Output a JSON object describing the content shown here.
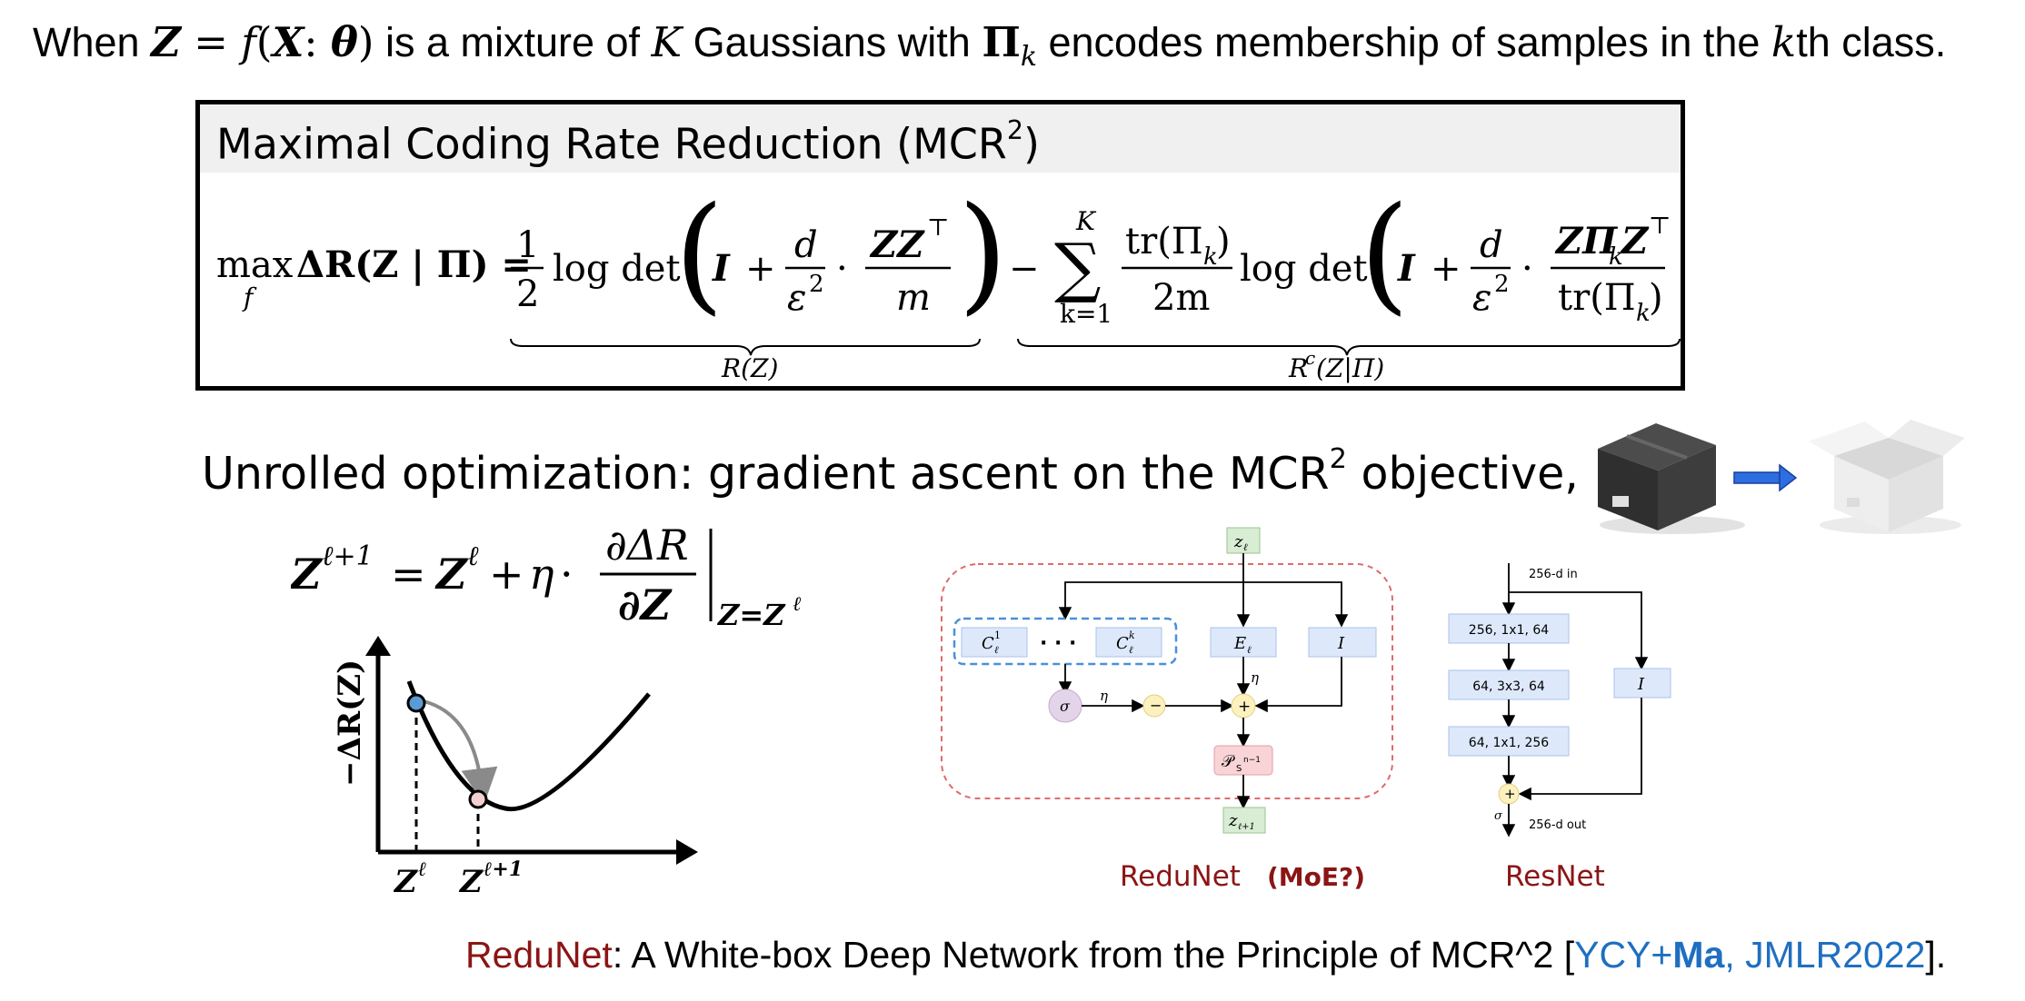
{
  "header": {
    "w1": "When",
    "z": "Z",
    "eq": " = ",
    "f": "f",
    "paren_open": "(",
    "x": "X",
    "colon": ": ",
    "theta": "θ",
    "paren_close": ")",
    "w2": " is a mixture of ",
    "k": "K",
    "w3": " Gaussians with ",
    "pi": "Π",
    "pi_sub": "k",
    "w4": " encodes membership of samples in the ",
    "kth": "k",
    "w5": "th class."
  },
  "mcr_box": {
    "title": "Maximal Coding Rate Reduction (MCR",
    "title_sup": "2",
    "title_end": ")",
    "formula": {
      "max": "max",
      "max_sub": "f",
      "lhs": "ΔR(Z | Π) =",
      "half_num": "1",
      "half_den": "2",
      "logdet": "log det",
      "I": "I",
      "plus": "+",
      "d": "d",
      "eps2": "ε",
      "eps_sup": "2",
      "dot": "·",
      "zz_num": "ZZ",
      "zz_sup": "⊤",
      "m": "m",
      "minus": "−",
      "sum_top": "K",
      "sum_sym": "∑",
      "sum_bottom": "k=1",
      "tr_num": "tr(Π",
      "tr_num_sub": "k",
      "tr_num_end": ")",
      "tr_den": "2m",
      "zpiz_num": "ZΠ",
      "zpiz_sub": "k",
      "zpiz_z": "Z",
      "zpiz_sup": "⊤",
      "trpi_den": "tr(Π",
      "trpi_sub": "k",
      "trpi_end": ")",
      "brace_left_label": "R(Z)",
      "brace_right_label_a": "R",
      "brace_right_label_sup": "c",
      "brace_right_label_b": "(Z|Π)"
    }
  },
  "unrolled": {
    "title_a": "Unrolled optimization: gradient ascent on the MCR",
    "title_sup": "2",
    "title_b": " objective,",
    "update": {
      "lhs": "Z",
      "lhs_sup": "ℓ+1",
      "eq": "=",
      "z": "Z",
      "z_sup": "ℓ",
      "plus": "+",
      "eta": "η",
      "dot": "·",
      "num": "∂ΔR",
      "den": "∂Z",
      "eval": "Z=Z",
      "eval_sup": "ℓ"
    },
    "plot": {
      "ylabel": "−ΔR(Z)",
      "xtick1": "Z",
      "xtick1_sup": "ℓ",
      "xtick2": "Z",
      "xtick2_sup": "ℓ+1"
    }
  },
  "redunet": {
    "input": "z",
    "input_sub": "ℓ",
    "output": "z",
    "output_sub": "ℓ+1",
    "c1": "C",
    "c1_sup": "1",
    "c1_sub": "ℓ",
    "dots": "· · ·",
    "ck": "C",
    "ck_sup": "k",
    "ck_sub": "ℓ",
    "e": "E",
    "e_sub": "ℓ",
    "identity": "I",
    "sigma": "σ",
    "eta1": "η",
    "eta2": "η",
    "minus": "−",
    "plus": "+",
    "proj": "𝒫",
    "proj_sub": "S",
    "proj_sup": "n−1",
    "label": "ReduNet",
    "label_moe": "(MoE?)"
  },
  "resnet": {
    "in_label": "256-d in",
    "l1": "256, 1x1, 64",
    "l2": "64, 3x3, 64",
    "l3": "64, 1x1, 256",
    "identity": "I",
    "plus": "+",
    "sigma": "σ",
    "out_label": "256-d out",
    "label": "ResNet"
  },
  "citation": {
    "name": "ReduNet",
    "text": ":  A White-box Deep Network from the Principle of MCR^2 [",
    "authors": "YCY+",
    "ma": "Ma",
    "venue": ", JMLR2022",
    "end": "]."
  },
  "colors": {
    "dark_red": "#8b1515",
    "blue": "#1f6fc0",
    "node_blue": "#dde9fb",
    "node_green": "#d9ecd4",
    "node_pink": "#f9d4d6",
    "node_yellow": "#fdf1bf",
    "node_purple": "#e4d4ea"
  },
  "icons": [
    "black-box-icon",
    "arrow-right-icon",
    "white-box-icon"
  ]
}
